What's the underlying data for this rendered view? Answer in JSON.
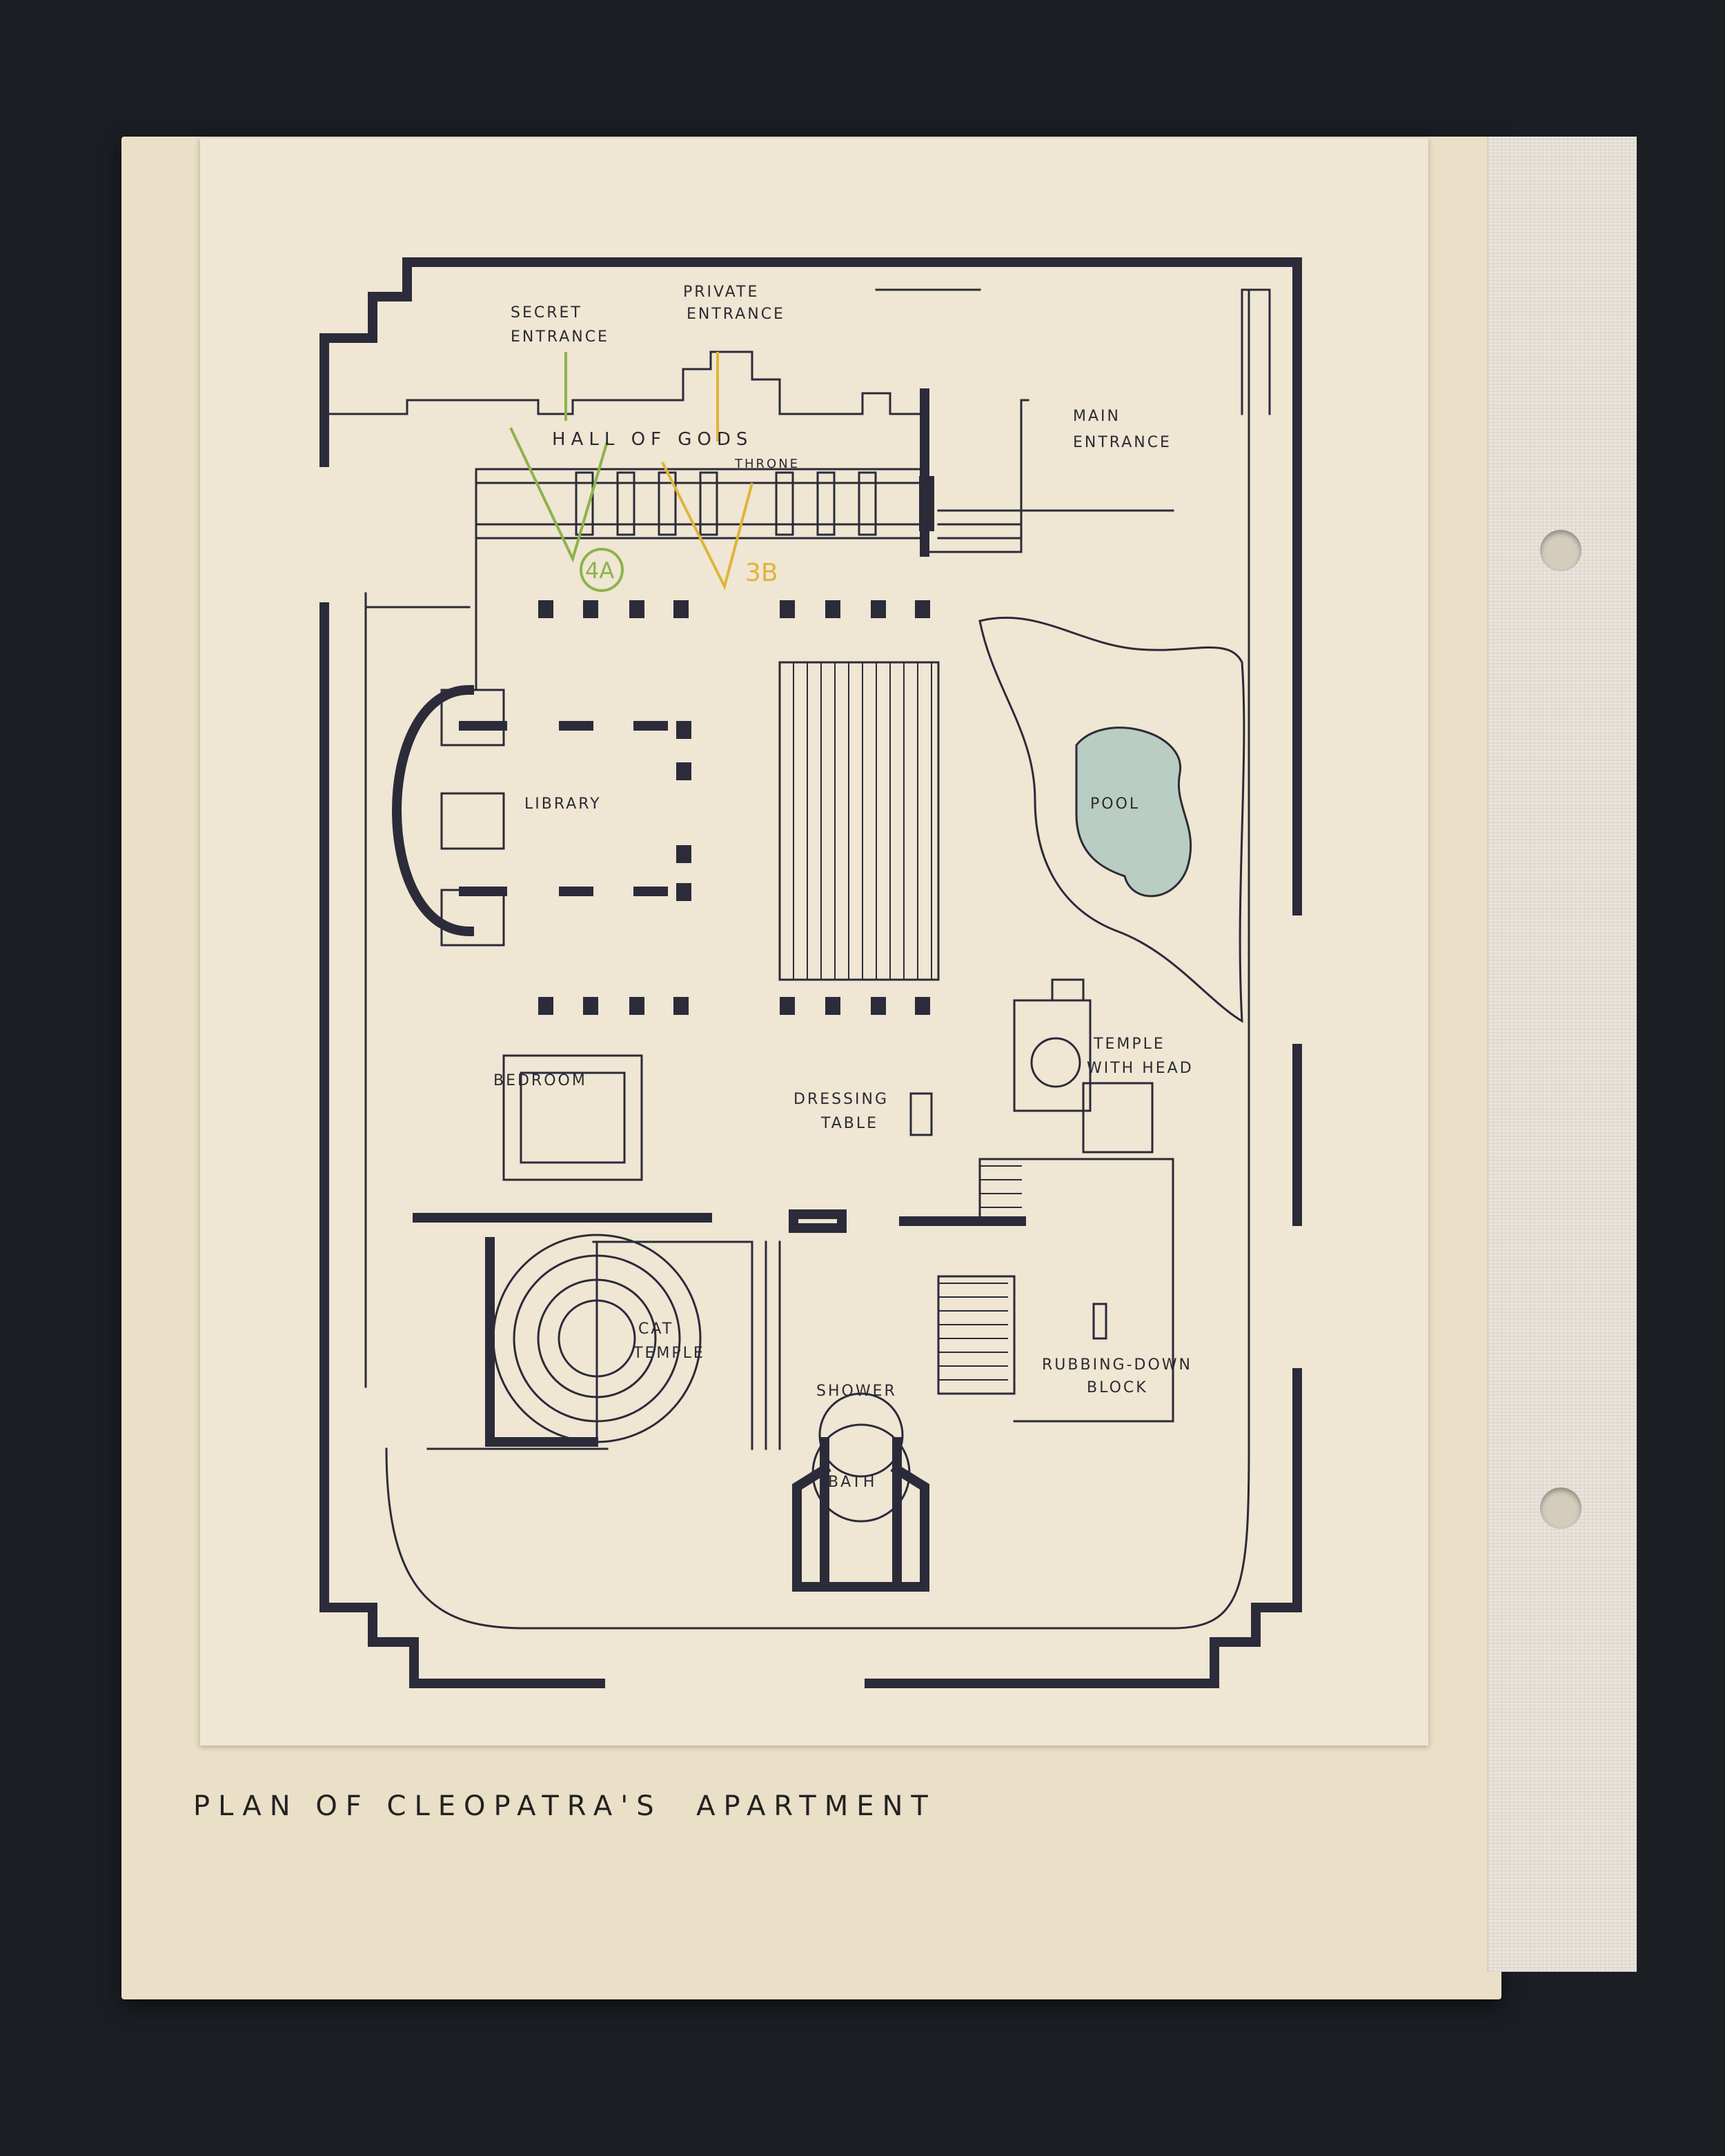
{
  "labels": {
    "secret_entrance_1": "SECRET",
    "secret_entrance_2": "ENTRANCE",
    "private_entrance_1": "PRIVATE",
    "private_entrance_2": "ENTRANCE",
    "hall_of_gods": "HALL OF GODS",
    "throne": "THRONE",
    "main_entrance_1": "MAIN",
    "main_entrance_2": "ENTRANCE",
    "marker_4a": "4A",
    "marker_3b": "3B",
    "library": "LIBRARY",
    "pool": "POOL",
    "temple_with_head_1": "TEMPLE",
    "temple_with_head_2": "WITH HEAD",
    "bedroom": "BEDROOM",
    "dressing_table_1": "DRESSING",
    "dressing_table_2": "TABLE",
    "cat_temple_1": "CAT",
    "cat_temple_2": "TEMPLE",
    "shower": "SHOWER",
    "bath": "BATH",
    "rubbing_down_block_1": "RUBBING-DOWN",
    "rubbing_down_block_2": "BLOCK"
  },
  "caption": "PLAN OF CLEOPATRA'S  APARTMENT",
  "colors": {
    "ink": "#2b2b3a",
    "paper": "#efe6d3",
    "pool_fill": "#b9cdc3",
    "marker_green": "#8db34a",
    "marker_yellow": "#e0b43a"
  }
}
